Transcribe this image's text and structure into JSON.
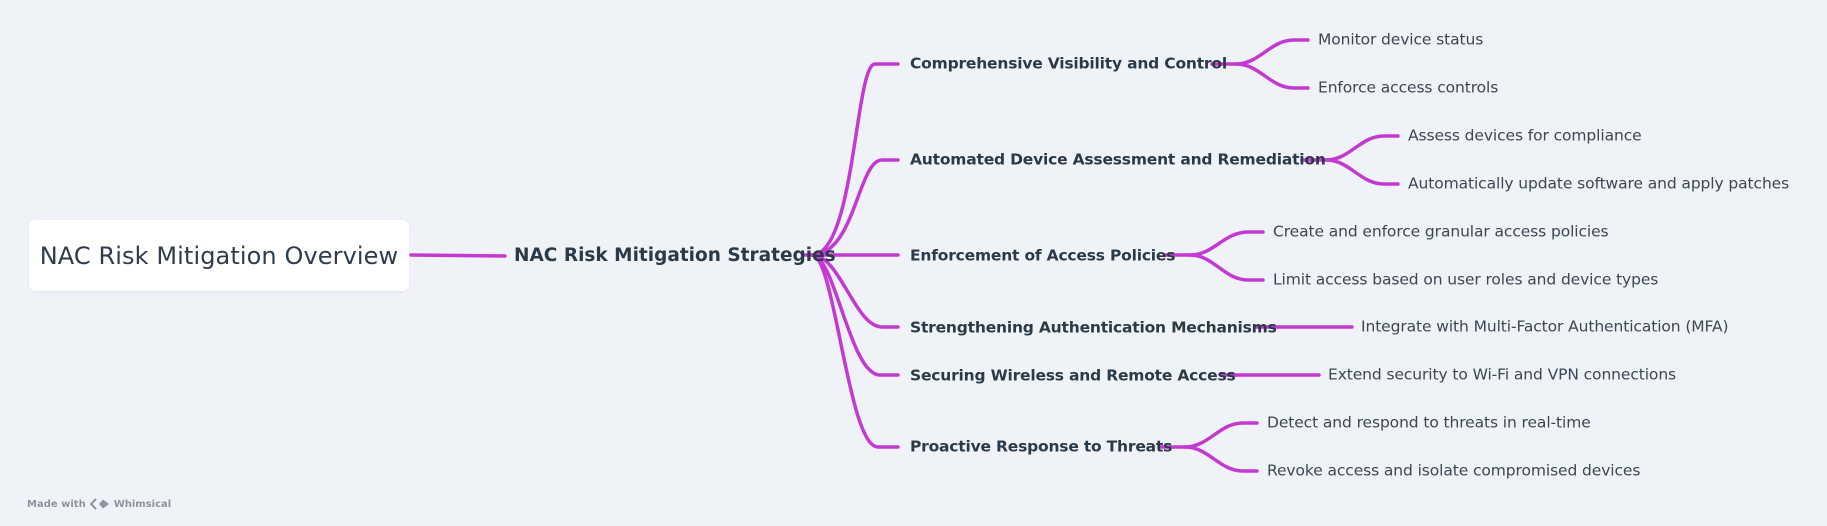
{
  "mindmap": {
    "root": {
      "label": "NAC Risk Mitigation Overview"
    },
    "center": {
      "label": "NAC Risk Mitigation Strategies"
    },
    "branches": [
      {
        "label": "Comprehensive Visibility and Control",
        "children": [
          "Monitor device status",
          "Enforce access controls"
        ]
      },
      {
        "label": "Automated Device Assessment and Remediation",
        "children": [
          "Assess devices for compliance",
          "Automatically update software and apply patches"
        ]
      },
      {
        "label": "Enforcement of Access Policies",
        "children": [
          "Create and enforce granular access policies",
          "Limit access based on user roles and device types"
        ]
      },
      {
        "label": "Strengthening Authentication Mechanisms",
        "children": [
          "Integrate with Multi-Factor Authentication (MFA)"
        ]
      },
      {
        "label": "Securing Wireless and Remote Access",
        "children": [
          "Extend security to Wi-Fi and VPN connections"
        ]
      },
      {
        "label": "Proactive Response to Threats",
        "children": [
          "Detect and respond to threats in real-time",
          "Revoke access and isolate compromised devices"
        ]
      }
    ]
  },
  "colors": {
    "connector": "#c339d2",
    "background": "#eff3f7",
    "text": "#2f3c4b"
  },
  "footer": {
    "made_with": "Made with",
    "brand": "Whimsical",
    "icon": "whimsical-logo-icon"
  }
}
